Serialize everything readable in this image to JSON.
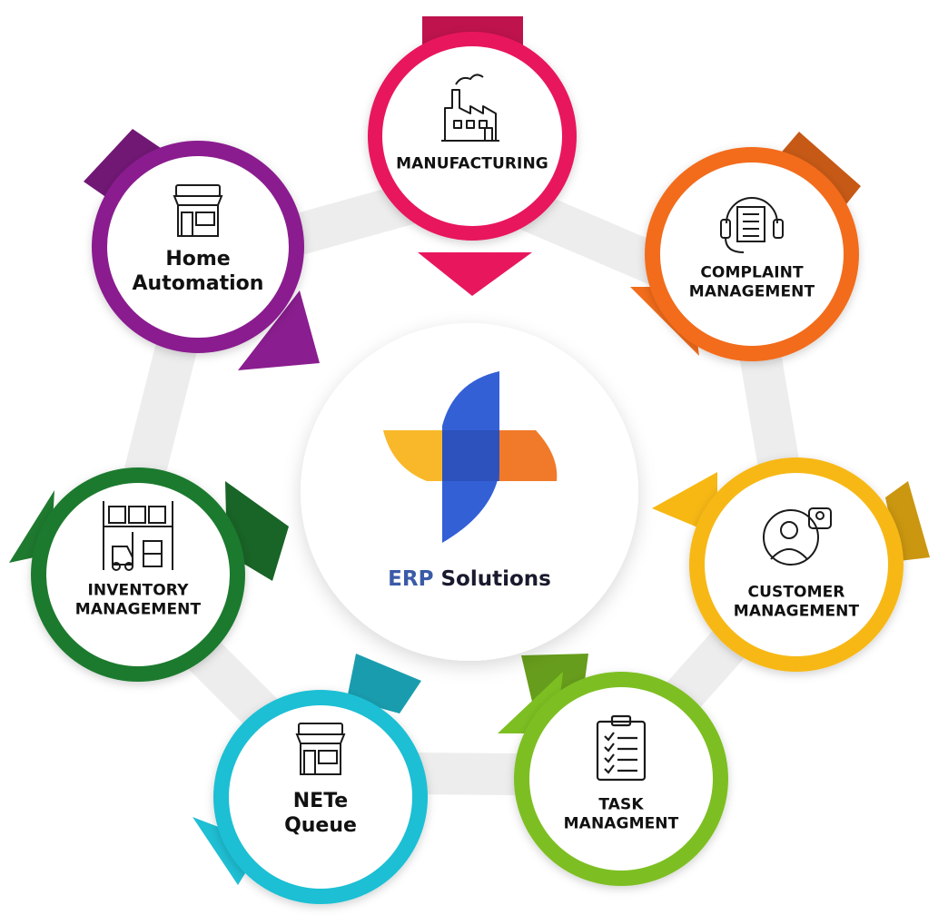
{
  "center": {
    "brand_word": "ERP",
    "title_word": "Solutions",
    "brand_color": "#3B5BA8",
    "title_color": "#1A1A2E",
    "logo_colors": {
      "yellow": "#F9B82A",
      "blue": "#3460D6",
      "orange": "#F07A2A"
    }
  },
  "ring_color": "#EDEDED",
  "modules": [
    {
      "id": "manufacturing",
      "lines": [
        "MANUFACTURING"
      ],
      "icon": "factory-icon",
      "color": "#E8175D",
      "style": "caps"
    },
    {
      "id": "complaint",
      "lines": [
        "COMPLAINT",
        "MANAGEMENT"
      ],
      "icon": "headset-document-icon",
      "color": "#F26C1B",
      "style": "caps"
    },
    {
      "id": "customer",
      "lines": [
        "CUSTOMER",
        "MANAGEMENT"
      ],
      "icon": "customer-chat-icon",
      "color": "#F7B814",
      "style": "caps"
    },
    {
      "id": "task",
      "lines": [
        "TASK",
        "MANAGMENT"
      ],
      "icon": "clipboard-checklist-icon",
      "color": "#7DBF22",
      "style": "caps"
    },
    {
      "id": "queue",
      "lines": [
        "NETe",
        "Queue"
      ],
      "icon": "storefront-icon",
      "color": "#1FBFD4",
      "style": "title"
    },
    {
      "id": "inventory",
      "lines": [
        "INVENTORY",
        "MANAGEMENT"
      ],
      "icon": "warehouse-forklift-icon",
      "color": "#1E7A2F",
      "style": "caps"
    },
    {
      "id": "home",
      "lines": [
        "Home",
        "Automation"
      ],
      "icon": "storefront-icon",
      "color": "#8A1D8F",
      "style": "title"
    }
  ]
}
